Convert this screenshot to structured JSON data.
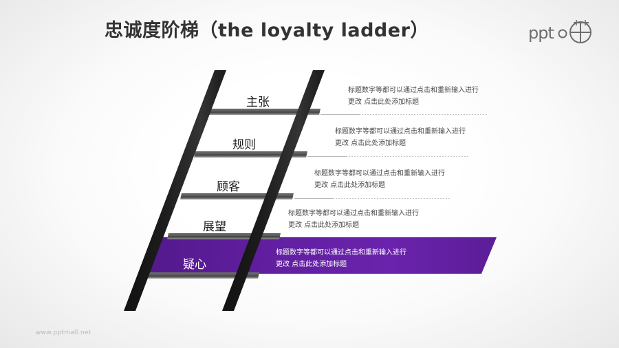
{
  "slide": {
    "title": "忠诚度阶梯（the loyalty ladder）",
    "watermark": "www.pptmall.net",
    "logo_text": "ppt",
    "logo_icon": "pptmall-crosshair-logo",
    "background_color": "#ffffff",
    "edge_color": "#e4e4e4",
    "accent_color": "#5f1f9e",
    "rail_color": "#262626",
    "rung_color": "#555555"
  },
  "ladder": {
    "description_text_line1": "标题数字等都可以通过点击和重新输入进行",
    "description_text_line2": "更改 点击此处添加标题",
    "steps": [
      {
        "index": 1,
        "label": "主张",
        "desc_line1": "标题数字等都可以通过点击和重新输入进行",
        "desc_line2": "更改 点击此处添加标题",
        "highlighted": false
      },
      {
        "index": 2,
        "label": "规则",
        "desc_line1": "标题数字等都可以通过点击和重新输入进行",
        "desc_line2": "更改 点击此处添加标题",
        "highlighted": false
      },
      {
        "index": 3,
        "label": "顾客",
        "desc_line1": "标题数字等都可以通过点击和重新输入进行",
        "desc_line2": "更改 点击此处添加标题",
        "highlighted": false
      },
      {
        "index": 4,
        "label": "展望",
        "desc_line1": "标题数字等都可以通过点击和重新输入进行",
        "desc_line2": "更改 点击此处添加标题",
        "highlighted": false
      },
      {
        "index": 5,
        "label": "疑心",
        "desc_line1": "标题数字等都可以通过点击和重新输入进行",
        "desc_line2": "更改 点击此处添加标题",
        "highlighted": true
      }
    ]
  }
}
